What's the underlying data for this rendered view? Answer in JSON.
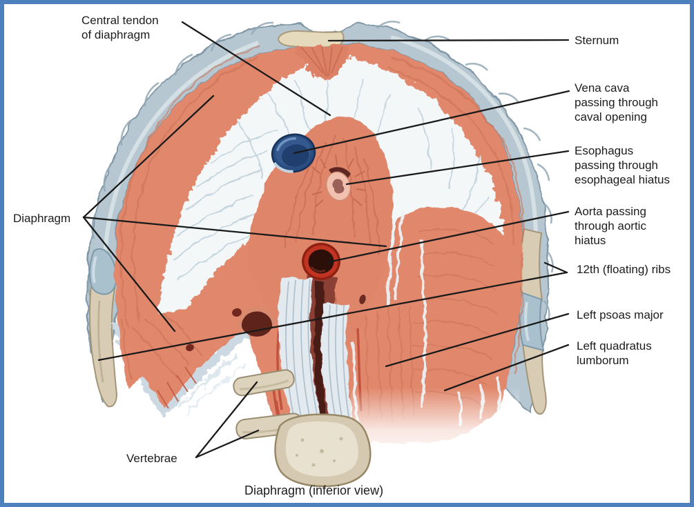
{
  "figure": {
    "caption": "Diaphragm (inferior view)",
    "labels": {
      "central_tendon": [
        "Central tendon",
        "of diaphragm"
      ],
      "sternum": "Sternum",
      "vena_cava": [
        "Vena cava",
        "passing through",
        "caval opening"
      ],
      "esophagus": [
        "Esophagus",
        "passing through",
        "esophageal hiatus"
      ],
      "aorta": [
        "Aorta passing",
        "through aortic",
        "hiatus"
      ],
      "ribs": "12th (floating) ribs",
      "psoas": "Left psoas major",
      "quadratus": [
        "Left quadratus",
        "lumborum"
      ],
      "diaphragm": "Diaphragm",
      "vertebrae": "Vertebrae"
    },
    "colors": {
      "frame": "#4d80bd",
      "muscle": "#e1886c",
      "muscle_striation": "#c96e55",
      "central_tendon": "#f3f7f8",
      "costal_cartilage": "#b7c7d1",
      "bone": "#d8cdb4",
      "vena_cava": "#2a4d80",
      "aorta_ring": "#c23422",
      "esophagus_ring": "#f2c0af",
      "leader_line": "#1a1a1a"
    }
  }
}
